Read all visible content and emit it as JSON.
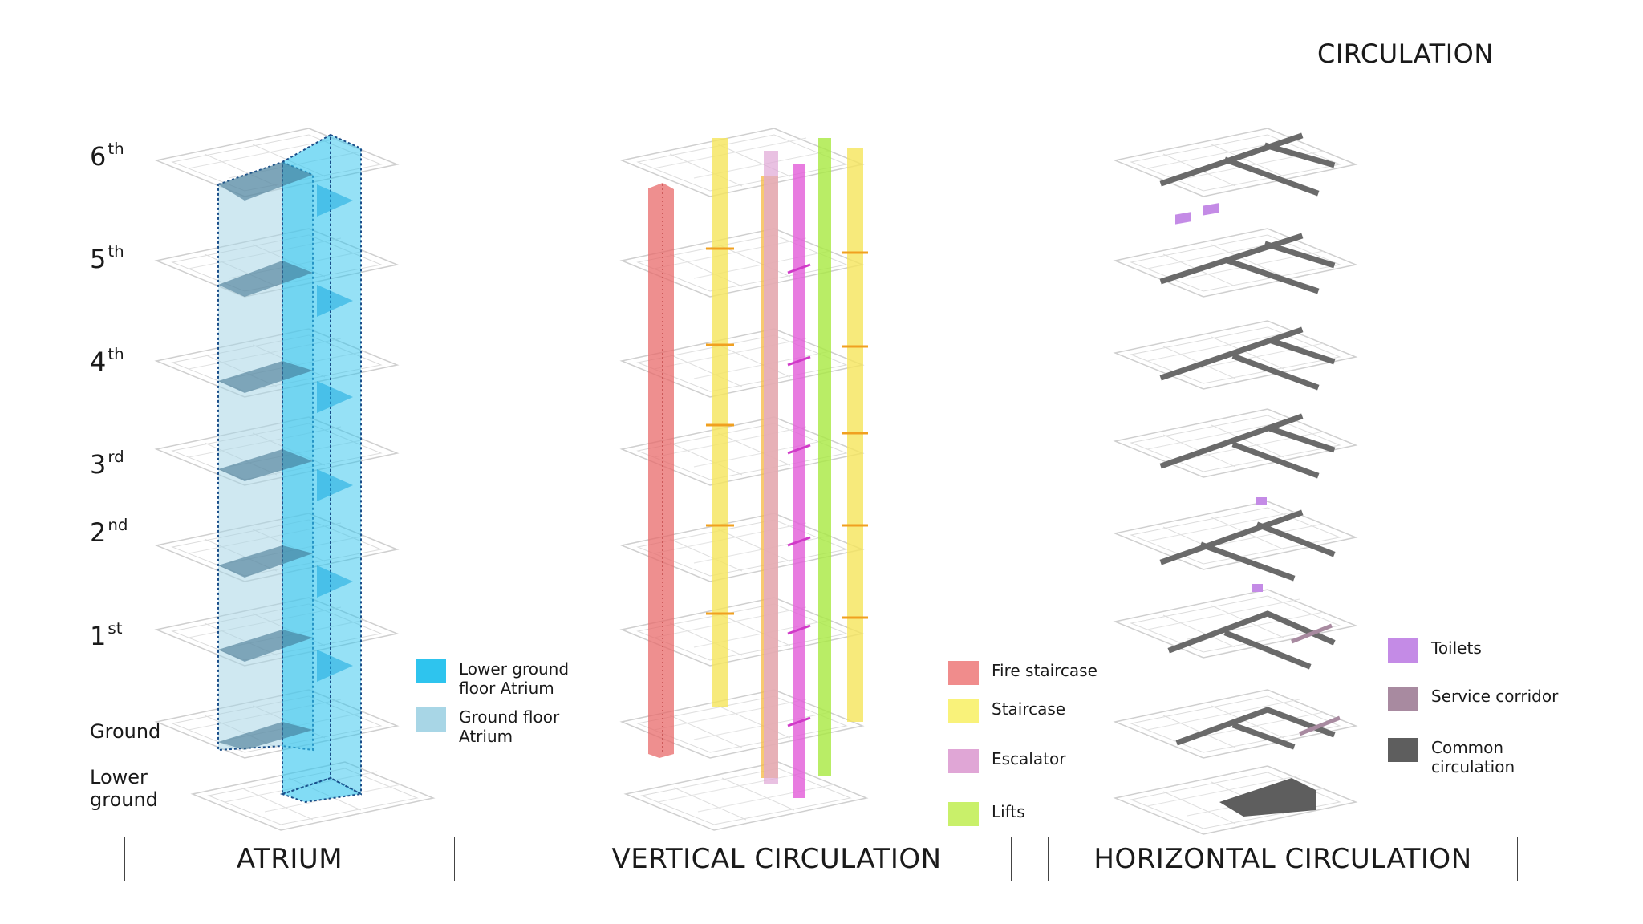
{
  "title": "CIRCULATION",
  "floors": [
    {
      "name": "6",
      "sup": "th"
    },
    {
      "name": "5",
      "sup": "th"
    },
    {
      "name": "4",
      "sup": "th"
    },
    {
      "name": "3",
      "sup": "rd"
    },
    {
      "name": "2",
      "sup": "nd"
    },
    {
      "name": "1",
      "sup": "st"
    }
  ],
  "ground_label": "Ground",
  "lower_ground_label": [
    "Lower",
    "ground"
  ],
  "atrium_legend": [
    {
      "label": "Lower ground floor Atrium",
      "color": "#2ec4ee"
    },
    {
      "label": "Ground floor Atrium",
      "color": "#a8d6e6"
    }
  ],
  "vertical_legend": [
    {
      "label": "Fire staircase",
      "color": "#f08c8c"
    },
    {
      "label": "Staircase",
      "color": "#f9f27a"
    },
    {
      "label": "Escalator",
      "color": "#e0a6d6"
    },
    {
      "label": "Lifts",
      "color": "#c9f06a"
    }
  ],
  "horizontal_legend": [
    {
      "label": "Toilets",
      "color": "#c48be6"
    },
    {
      "label": "Service corridor",
      "color": "#a88aa0"
    },
    {
      "label": "Common circulation",
      "color": "#5e5e5e"
    }
  ],
  "captions": {
    "atrium": "ATRIUM",
    "vertical": "VERTICAL CIRCULATION",
    "horizontal": "HORIZONTAL CIRCULATION"
  },
  "colors": {
    "atrium_dark": "#1aa9df",
    "fire_stair": "#e86a6a",
    "stair": "#f5e55a",
    "escalator": "#e25bd8",
    "lift": "#a8e840",
    "orange": "#f5b840",
    "floor_line": "#c8c8c8",
    "corridor": "#6a6a6a"
  }
}
